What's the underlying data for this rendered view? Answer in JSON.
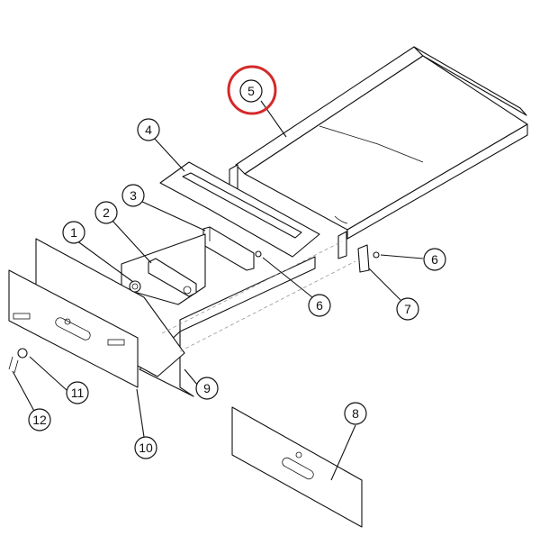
{
  "diagram": {
    "highlight_color": "#d42a2a",
    "line_color": "#111111",
    "highlighted_callout": "5",
    "callouts": [
      {
        "id": "c1",
        "label": "1"
      },
      {
        "id": "c2",
        "label": "2"
      },
      {
        "id": "c3",
        "label": "3"
      },
      {
        "id": "c4",
        "label": "4"
      },
      {
        "id": "c5",
        "label": "5"
      },
      {
        "id": "c6a",
        "label": "6"
      },
      {
        "id": "c6b",
        "label": "6"
      },
      {
        "id": "c7",
        "label": "7"
      },
      {
        "id": "c8",
        "label": "8"
      },
      {
        "id": "c9",
        "label": "9"
      },
      {
        "id": "c10",
        "label": "10"
      },
      {
        "id": "c11",
        "label": "11"
      },
      {
        "id": "c12",
        "label": "12"
      }
    ]
  }
}
